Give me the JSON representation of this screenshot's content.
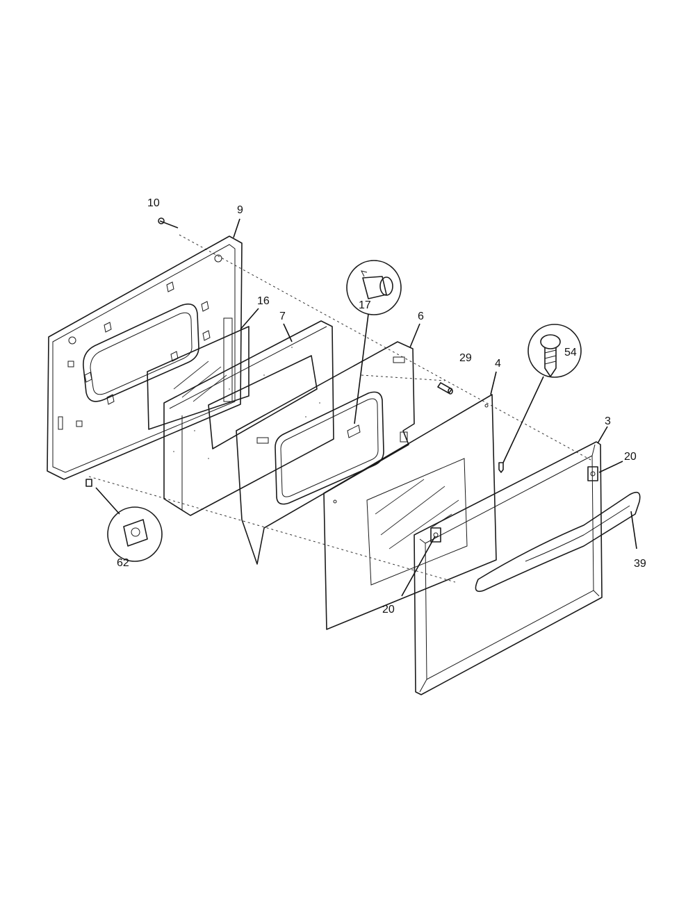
{
  "callouts": {
    "c10": "10",
    "c9": "9",
    "c16": "16",
    "c7": "7",
    "c17": "17",
    "c6": "6",
    "c29": "29",
    "c4": "4",
    "c54": "54",
    "c3": "3",
    "c20_top": "20",
    "c39": "39",
    "c20_bottom": "20",
    "c62": "62"
  }
}
